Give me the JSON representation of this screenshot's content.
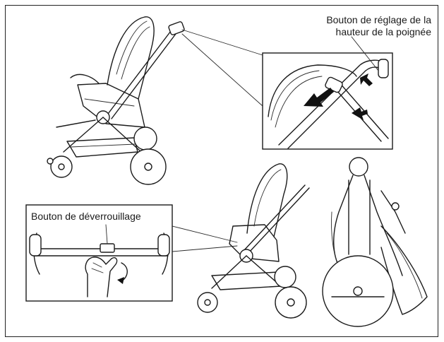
{
  "labels": {
    "height_button_line1": "Bouton de réglage de la",
    "height_button_line2": "hauteur de la poignée",
    "unlock_button": "Bouton de déverrouillage"
  },
  "colors": {
    "ink": "#1b1b1b",
    "background": "#ffffff"
  }
}
